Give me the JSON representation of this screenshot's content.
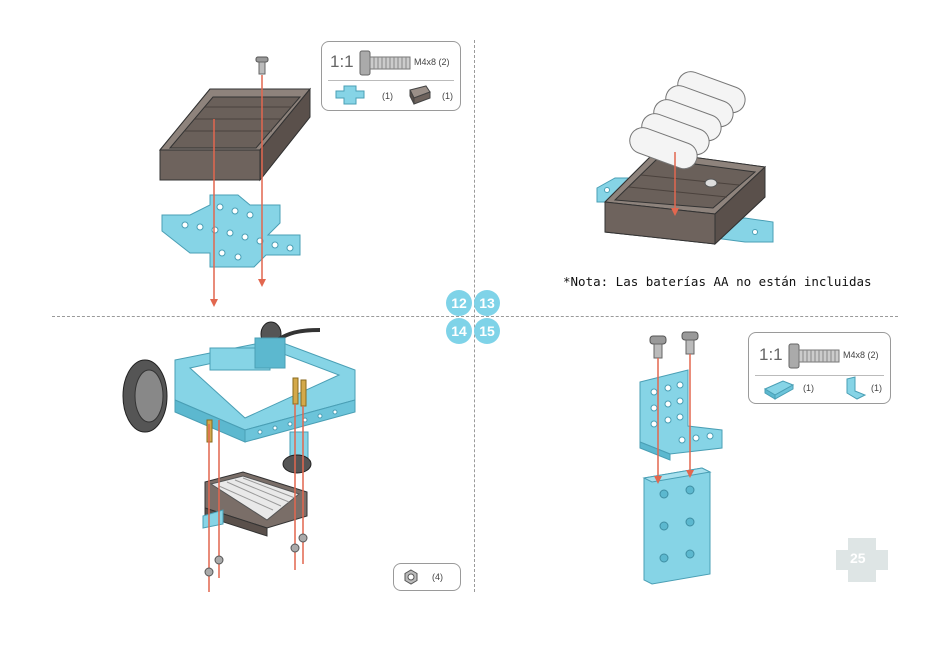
{
  "steps": {
    "s12": "12",
    "s13": "13",
    "s14": "14",
    "s15": "15"
  },
  "step12_parts": {
    "scale": "1:1",
    "screw_label": "M4x8 (2)",
    "plate_count": "(1)",
    "battery_box_count": "(1)"
  },
  "step14_parts": {
    "nut_count": "(4)"
  },
  "step15_parts": {
    "scale": "1:1",
    "screw_label": "M4x8 (2)",
    "connector_count": "(1)",
    "bracket_count": "(1)"
  },
  "note": "*Nota: Las baterías AA no están incluidas",
  "page_number": "25",
  "colors": {
    "part_blue": "#86d4e6",
    "part_blue_dark": "#5cb8cf",
    "box_brown": "#7a6e68",
    "arrow_red": "#e2674f",
    "step_badge": "#7fd3e8"
  }
}
